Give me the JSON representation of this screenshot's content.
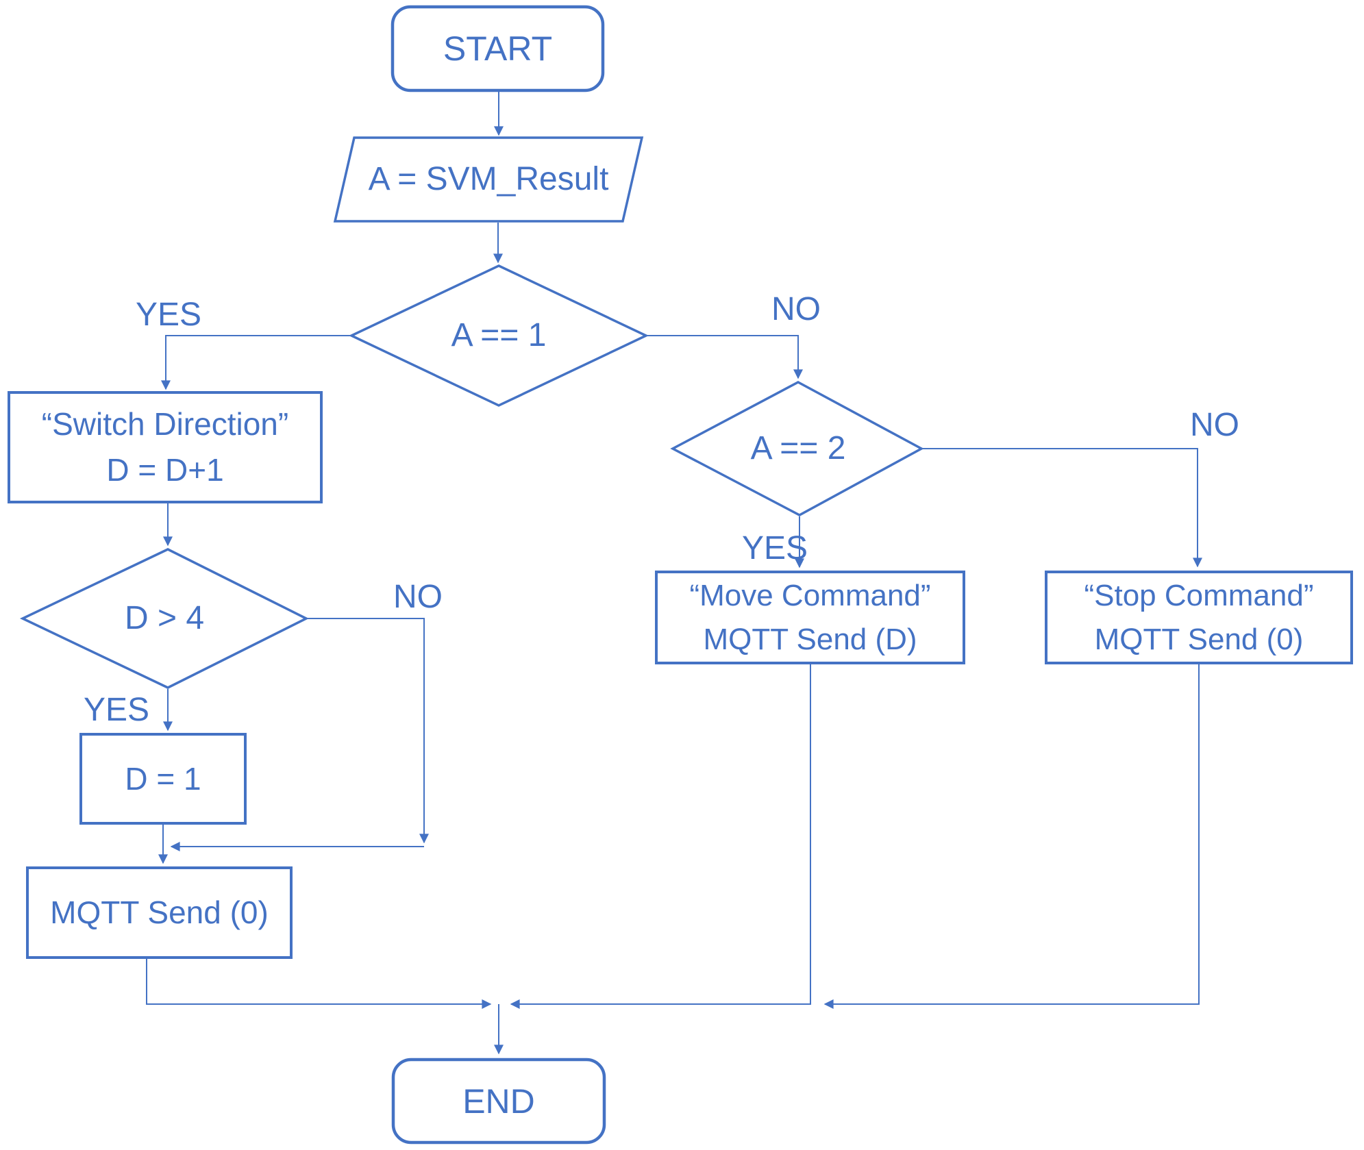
{
  "flowchart": {
    "nodes": {
      "start": {
        "type": "terminator",
        "label": "START"
      },
      "svm_input": {
        "type": "input-output",
        "label": "A = SVM_Result"
      },
      "check_a1": {
        "type": "decision",
        "label": "A == 1"
      },
      "switch_direction": {
        "type": "process",
        "line1": "“Switch Direction”",
        "line2": "D = D+1"
      },
      "check_d4": {
        "type": "decision",
        "label": "D > 4"
      },
      "reset_d": {
        "type": "process",
        "label": "D = 1"
      },
      "mqtt_send_zero": {
        "type": "process",
        "label": "MQTT Send (0)"
      },
      "check_a2": {
        "type": "decision",
        "label": "A == 2"
      },
      "move_command": {
        "type": "process",
        "line1": "“Move Command”",
        "line2": "MQTT Send (D)"
      },
      "stop_command": {
        "type": "process",
        "line1": "“Stop Command”",
        "line2": "MQTT Send (0)"
      },
      "end": {
        "type": "terminator",
        "label": "END"
      }
    },
    "branch_labels": {
      "a1_yes": "YES",
      "a1_no": "NO",
      "d4_yes": "YES",
      "d4_no": "NO",
      "a2_yes": "YES",
      "a2_no": "NO"
    },
    "colors": {
      "accent": "#4472C4",
      "background": "#FFFFFF"
    }
  }
}
